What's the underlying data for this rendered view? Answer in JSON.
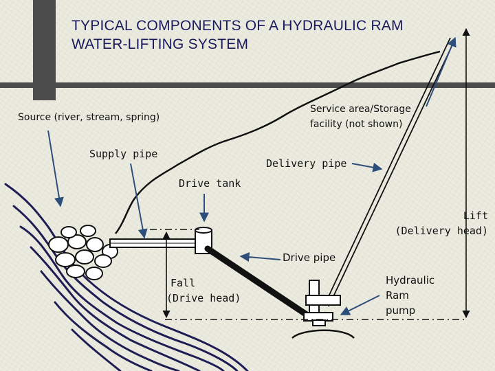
{
  "title": {
    "line1": "TYPICAL COMPONENTS OF A HYDRAULIC RAM",
    "line2": "WATER-LIFTING SYSTEM"
  },
  "labels": {
    "source": "Source (river, stream, spring)",
    "service_line1": "Service area/Storage",
    "service_line2": "facility (not shown)",
    "supply_pipe": "Supply pipe",
    "delivery_pipe": "Delivery pipe",
    "drive_tank": "Drive tank",
    "lift_line1": "Lift",
    "lift_line2": "(Delivery head)",
    "drive_pipe": "Drive pipe",
    "fall_line1": "Fall",
    "fall_line2": "(Drive head)",
    "ram_line1": "Hydraulic",
    "ram_line2": "Ram",
    "ram_line3": "pump"
  },
  "colors": {
    "title": "#1a1a5e",
    "arrow": "#2d4d7a",
    "ink": "#111111",
    "background": "#ecebdf",
    "accent_bar": "#4c4c4c"
  }
}
